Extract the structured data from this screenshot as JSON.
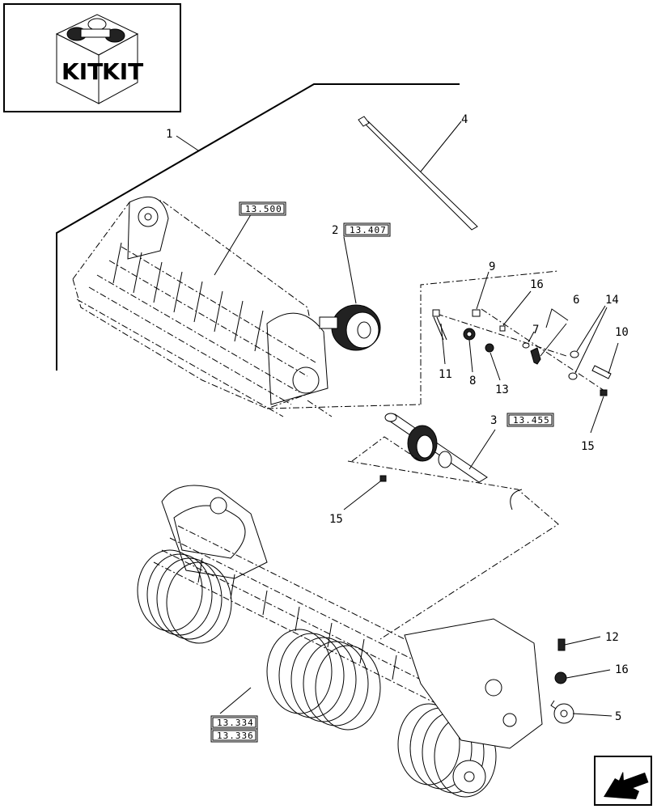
{
  "kit_box": {
    "left_text": "KIT",
    "right_text": "KIT"
  },
  "callouts": [
    {
      "id": "c1",
      "number": "1"
    },
    {
      "id": "c2",
      "number": "2"
    },
    {
      "id": "c3",
      "number": "3"
    },
    {
      "id": "c4",
      "number": "4"
    },
    {
      "id": "c5",
      "number": "5"
    },
    {
      "id": "c6",
      "number": "6"
    },
    {
      "id": "c7",
      "number": "7"
    },
    {
      "id": "c8",
      "number": "8"
    },
    {
      "id": "c9",
      "number": "9"
    },
    {
      "id": "c10",
      "number": "10"
    },
    {
      "id": "c11",
      "number": "11"
    },
    {
      "id": "c12",
      "number": "12"
    },
    {
      "id": "c13",
      "number": "13"
    },
    {
      "id": "c14",
      "number": "14"
    },
    {
      "id": "c15a",
      "number": "15"
    },
    {
      "id": "c15b",
      "number": "15"
    },
    {
      "id": "c16a",
      "number": "16"
    },
    {
      "id": "c16b",
      "number": "16"
    }
  ],
  "references": {
    "r13500": "13.500",
    "r13407": "13.407",
    "r13455": "13.455",
    "r13334": "13.334",
    "r13336": "13.336"
  },
  "nav": {
    "icon": "return-arrow-icon"
  }
}
